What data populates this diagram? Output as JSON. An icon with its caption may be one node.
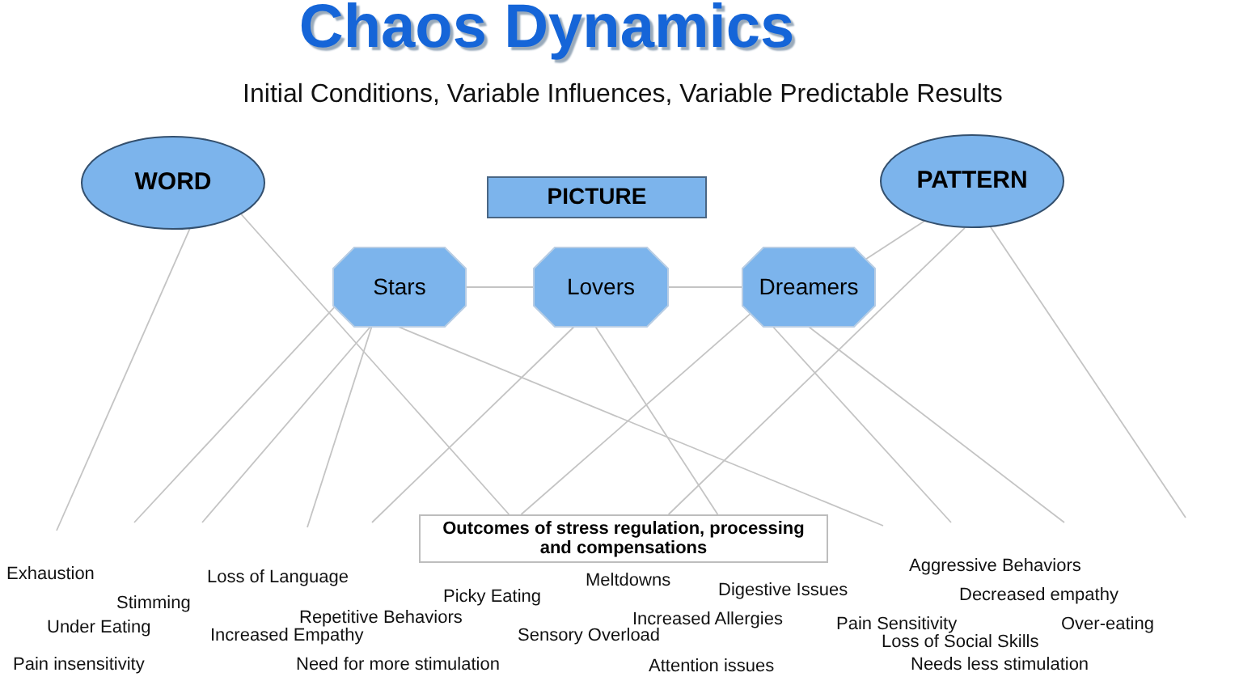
{
  "diagram": {
    "title": "Chaos Dynamics",
    "nodes": [
      {
        "text": [
          "WORD"
        ]
      },
      {
        "text": [
          "PICTURE"
        ]
      },
      {
        "text": [
          "PATTERN"
        ]
      },
      {
        "text": [
          "Stars"
        ]
      },
      {
        "text": [
          "Lovers"
        ]
      },
      {
        "text": [
          "Dreamers"
        ]
      },
      {
        "text": [
          "Outcomes of stress regulation, processing and compensations"
        ]
      }
    ],
    "edges": [
      {
        "from": 0,
        "to": null,
        "arrow": "none"
      },
      {
        "from": 0,
        "to": 6,
        "arrow": "none"
      },
      {
        "from": 3,
        "to": null,
        "arrow": "none"
      },
      {
        "from": 3,
        "to": null,
        "arrow": "none"
      },
      {
        "from": 3,
        "to": null,
        "arrow": "none"
      },
      {
        "from": 3,
        "to": null,
        "arrow": "none"
      },
      {
        "from": 4,
        "to": null,
        "arrow": "none"
      },
      {
        "from": 4,
        "to": 6,
        "arrow": "none"
      },
      {
        "from": 5,
        "to": 6,
        "arrow": "none"
      },
      {
        "from": 5,
        "to": null,
        "arrow": "none"
      },
      {
        "from": 5,
        "to": null,
        "arrow": "none"
      },
      {
        "from": 2,
        "to": 5,
        "arrow": "none"
      },
      {
        "from": 2,
        "to": 6,
        "arrow": "none"
      },
      {
        "from": 2,
        "to": null,
        "arrow": "none"
      },
      {
        "from": 3,
        "to": 4,
        "arrow": "none"
      },
      {
        "from": 4,
        "to": 5,
        "arrow": "none"
      }
    ],
    "labels": [
      "Initial Conditions, Variable Influences, Variable Predictable Results",
      "Exhaustion",
      "Stimming",
      "Under Eating",
      "Pain insensitivity",
      "Loss of Language",
      "Picky Eating",
      "Repetitive Behaviors",
      "Increased Empathy",
      "Need for more stimulation",
      "Meltdowns",
      "Sensory Overload",
      "Digestive Issues",
      "Increased Allergies",
      "Attention issues",
      "Aggressive Behaviors",
      "Decreased empathy",
      "Pain Sensitivity",
      "Over-eating",
      "Loss of Social Skills",
      "Needs less stimulation"
    ]
  }
}
